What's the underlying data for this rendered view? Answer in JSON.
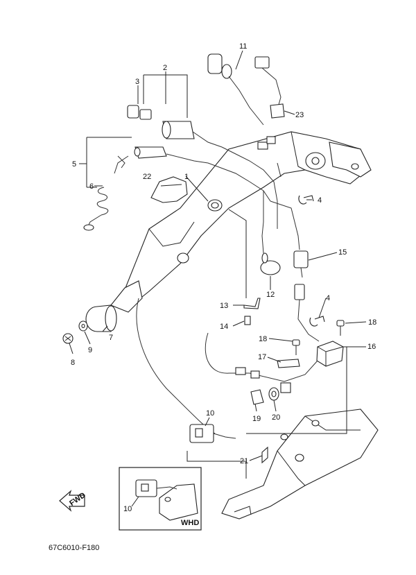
{
  "callouts": {
    "c1": "1",
    "c2": "2",
    "c3": "3",
    "c4a": "4",
    "c4b": "4",
    "c5": "5",
    "c6": "6",
    "c7": "7",
    "c8": "8",
    "c9": "9",
    "c10a": "10",
    "c10b": "10",
    "c11": "11",
    "c12": "12",
    "c13": "13",
    "c14": "14",
    "c15": "15",
    "c16": "16",
    "c17": "17",
    "c18a": "18",
    "c18b": "18",
    "c19": "19",
    "c20": "20",
    "c21": "21",
    "c22": "22",
    "c23": "23"
  },
  "inset_label": "WHD",
  "fwd_label": "FWD",
  "drawing_code": "67C6010-F180"
}
